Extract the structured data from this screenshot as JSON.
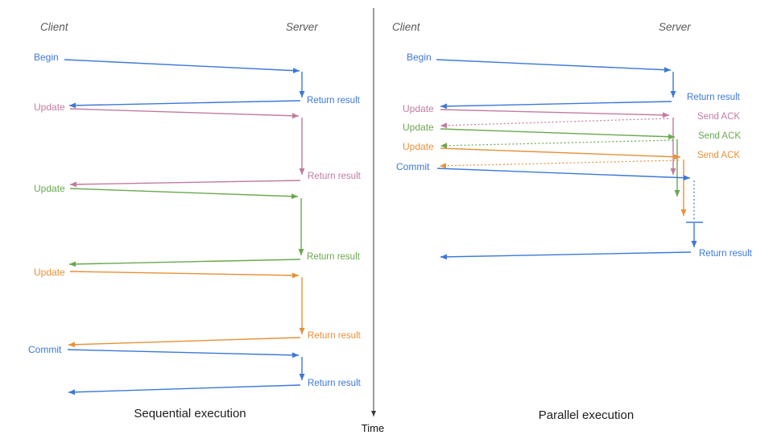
{
  "diagram": {
    "time_axis": {
      "label": "Time"
    },
    "colors": {
      "blue": "#3c78d8",
      "pink": "#c27ba0",
      "green": "#6aa84f",
      "orange": "#e69138",
      "axis": "#3a3a3a",
      "header_gray": "#58595b"
    },
    "panels": [
      {
        "id": "sequential",
        "caption": "Sequential execution",
        "client_header": "Client",
        "server_header": "Server",
        "messages": [
          {
            "request": "Begin",
            "response": "Return result",
            "color": "#3c78d8",
            "reply_style": "solid"
          },
          {
            "request": "Update",
            "response": "Return result",
            "color": "#c27ba0",
            "reply_style": "solid"
          },
          {
            "request": "Update",
            "response": "Return result",
            "color": "#6aa84f",
            "reply_style": "solid"
          },
          {
            "request": "Update",
            "response": "Return result",
            "color": "#e69138",
            "reply_style": "solid"
          },
          {
            "request": "Commit",
            "response": "Return result",
            "color": "#3c78d8",
            "reply_style": "solid"
          }
        ]
      },
      {
        "id": "parallel",
        "caption": "Parallel execution",
        "client_header": "Client",
        "server_header": "Server",
        "messages": [
          {
            "request": "Begin",
            "response": "Return result",
            "color": "#3c78d8",
            "reply_style": "solid"
          },
          {
            "request": "Update",
            "response": "Send ACK",
            "color": "#c27ba0",
            "reply_style": "dotted"
          },
          {
            "request": "Update",
            "response": "Send ACK",
            "color": "#6aa84f",
            "reply_style": "dotted"
          },
          {
            "request": "Update",
            "response": "Send ACK",
            "color": "#e69138",
            "reply_style": "dotted"
          },
          {
            "request": "Commit",
            "response": "Return result",
            "color": "#3c78d8",
            "reply_style": "solid"
          }
        ]
      }
    ]
  }
}
